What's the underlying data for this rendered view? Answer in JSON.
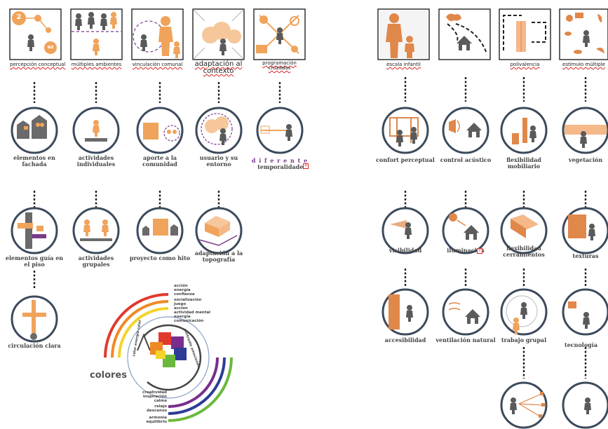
{
  "headers": {
    "percepcion": "percepción conceptual",
    "multiples": "múltiples ambientes",
    "vinculacion": "vinculación comunal",
    "adaptacion": "adaptación al contexto",
    "programacion": "programación cruzadas",
    "escala": "escala infantil",
    "polivalencia": "polivalencia",
    "estimulo": "estímulo múltiple"
  },
  "badge_numbers": {
    "n2": "2",
    "naz": "az"
  },
  "labels": {
    "elementos_fachada": "elementos en fachada",
    "actividades_individuales": "actividades individuales",
    "aporte": "aporte a la comunidad",
    "usuario": "usuario y su entorno",
    "diferente": "d i f e r e n t e",
    "temporalidades": "temporalidades",
    "elementos_guia": "elementos guía en el piso",
    "actividades_grupales": "actividades grupales",
    "proyecto_hito": "proyecto como hito",
    "adaptacion_topografia": "adaptación a la topografía",
    "circulacion": "circulación clara",
    "confort": "confort perceptual",
    "control": "control acústico",
    "flex_mob": "flexibilidad mobiliario",
    "vegetacion": "vegetación",
    "visibilidad": "visibilidad",
    "iluminacion": "iluminación",
    "flex_cer": "flexibilidad cerramientos",
    "texturas": "texturas",
    "accesibilidad": "accesibilidad",
    "ventilacion": "ventilación natural",
    "trabajo": "trabajo grupal",
    "tecnologia": "tecnología"
  },
  "colores": {
    "title": "colores",
    "top_words": [
      "acción",
      "energía",
      "confianza",
      "socialización",
      "juego",
      "acción",
      "actividad mental",
      "energía",
      "comunicación"
    ],
    "bottom_words": [
      "creatividad",
      "inspiración",
      "calma",
      "relajo",
      "descanso",
      "armonía",
      "equilibrio"
    ],
    "ring_text_left": "calor energía color",
    "ring_text_right": "contraste emociones",
    "arc_colors": [
      "#e03a2e",
      "#ef8a23",
      "#f2d42b",
      "#7a2d8e",
      "#2d3c96",
      "#6ab93a"
    ]
  },
  "colors": {
    "accent": "#f0a35a",
    "orange_dark": "#e0874a",
    "ring": "#3c4a5c",
    "grey": "#6a6a6a",
    "purple": "#7a3a8a"
  }
}
